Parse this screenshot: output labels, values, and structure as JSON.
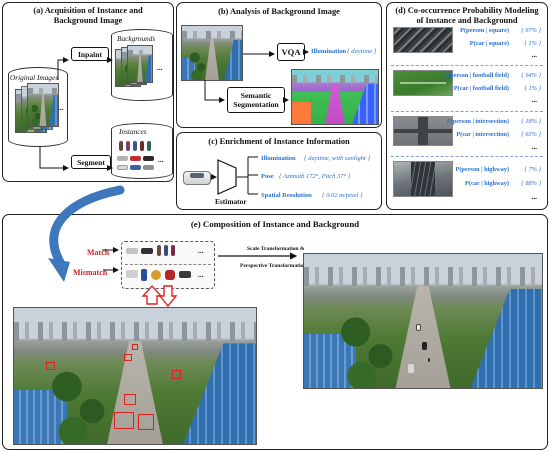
{
  "panels": {
    "a": {
      "title_line1": "(a) Acquisition of Instance and",
      "title_line2": "Background Image",
      "original_images": "Original Images",
      "inpaint": "Inpaint",
      "segment": "Segment",
      "backgrounds": "Backgrounds",
      "instances": "Instances",
      "ellipsis": "..."
    },
    "b": {
      "title": "(b) Analysis of Background Image",
      "vqa": "VQA",
      "seg_line1": "Semantic",
      "seg_line2": "Segmentation",
      "illum_label": "Illumination",
      "illum_value": "{ daytime }"
    },
    "c": {
      "title": "(c) Enrichment of Instance Information",
      "estimator": "Estimator",
      "rows": [
        {
          "label": "Illumination",
          "value": "{ daytime, with sunlight }"
        },
        {
          "label": "Pose",
          "value": "{ Azimuth 172°, Pitch 37° }"
        },
        {
          "label": "Spatial Resolution",
          "value": "{ 0.02 m/pixel }"
        }
      ]
    },
    "d": {
      "title_line1": "(d) Co-occurrence Probability Modeling",
      "title_line2": "of Instance and Background",
      "groups": [
        {
          "p1": "P(person | square)",
          "v1": "{ 97% }",
          "p2": "P(car | square)",
          "v2": "{ 1% }"
        },
        {
          "p1": "P(person | football field)",
          "v1": "{ 94% }",
          "p2": "P(car | football field)",
          "v2": "{ 1% }"
        },
        {
          "p1": "P(person | intersection)",
          "v1": "{ 18% }",
          "p2": "P(car | intersection)",
          "v2": "{ 63% }"
        },
        {
          "p1": "P(person | highway)",
          "v1": "{ 7% }",
          "p2": "P(car | highway)",
          "v2": "{ 88% }"
        }
      ],
      "ellipsis": "..."
    },
    "e": {
      "title": "(e) Composition of Instance and Background",
      "match": "Match",
      "mismatch": "Mismatch",
      "transform_line1": "Scale Transformation &",
      "transform_line2": "Perspective Transformation",
      "ellipsis": "..."
    }
  },
  "colors": {
    "accent_blue": "#2a6fcf",
    "mismatch_red": "#d0202a",
    "flow_arrow": "#3d78bd"
  }
}
